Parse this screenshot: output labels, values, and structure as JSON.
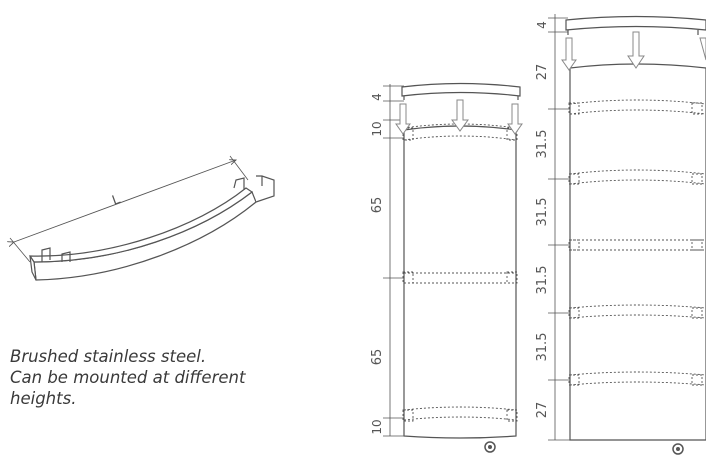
{
  "product": {
    "length_label": "L",
    "caption_lines": [
      "Brushed stainless steel.",
      "Can be mounted at different",
      "heights."
    ]
  },
  "short_radiator": {
    "dimensions": [
      "4",
      "10",
      "65",
      "65",
      "10"
    ]
  },
  "tall_radiator": {
    "dimensions": [
      "4",
      "27",
      "31.5",
      "31.5",
      "31.5",
      "31.5",
      "27"
    ]
  },
  "colors": {
    "line": "#555555",
    "arrow": "#9a9a9a"
  },
  "icons": [
    "down-arrow-icon",
    "caster-wheel-icon"
  ]
}
